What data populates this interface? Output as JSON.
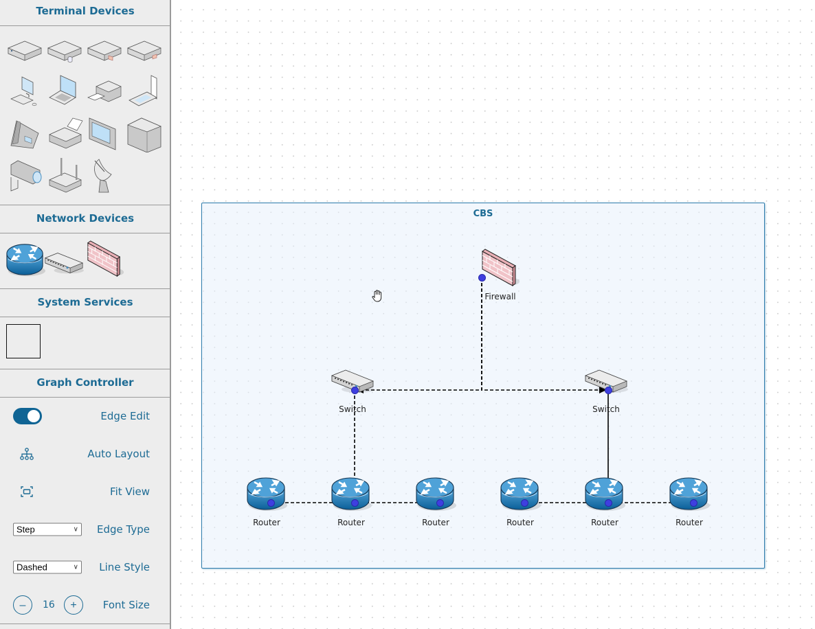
{
  "sidebar": {
    "sections": {
      "terminal": {
        "title": "Terminal Devices",
        "items": [
          "server-icon",
          "database-server-icon",
          "mail-server-icon",
          "web-server-icon",
          "desktop-pc-icon",
          "laptop-icon",
          "printer-icon",
          "scanner-icon",
          "ip-phone-icon",
          "fax-icon",
          "touch-panel-icon",
          "mainframe-icon",
          "camera-icon",
          "wireless-ap-icon",
          "satellite-dish-icon"
        ]
      },
      "network": {
        "title": "Network Devices",
        "items": [
          "router-icon",
          "switch-icon",
          "firewall-icon"
        ]
      },
      "services": {
        "title": "System Services",
        "items": [
          "group-box-icon"
        ]
      },
      "controller": {
        "title": "Graph Controller",
        "edge_edit": {
          "label": "Edge Edit",
          "enabled": true
        },
        "auto_layout": {
          "label": "Auto Layout",
          "icon": "hierarchy-icon"
        },
        "fit_view": {
          "label": "Fit View",
          "icon": "fit-view-icon"
        },
        "edge_type": {
          "label": "Edge Type",
          "value": "Step"
        },
        "line_style": {
          "label": "Line Style",
          "value": "Dashed"
        },
        "font_size": {
          "label": "Font Size",
          "value": "16",
          "minus": "–",
          "plus": "+"
        }
      }
    }
  },
  "canvas": {
    "group": {
      "title": "CBS"
    },
    "nodes": [
      {
        "id": "firewall",
        "type": "firewall",
        "label": "Firewall"
      },
      {
        "id": "switch1",
        "type": "switch",
        "label": "Switch"
      },
      {
        "id": "switch2",
        "type": "switch",
        "label": "Switch"
      },
      {
        "id": "router1",
        "type": "router",
        "label": "Router"
      },
      {
        "id": "router2",
        "type": "router",
        "label": "Router"
      },
      {
        "id": "router3",
        "type": "router",
        "label": "Router"
      },
      {
        "id": "router4",
        "type": "router",
        "label": "Router"
      },
      {
        "id": "router5",
        "type": "router",
        "label": "Router"
      },
      {
        "id": "router6",
        "type": "router",
        "label": "Router"
      }
    ],
    "edges": [
      {
        "from": "firewall",
        "to": "switch1",
        "style": "dashed"
      },
      {
        "from": "firewall",
        "to": "switch2",
        "style": "dashed"
      },
      {
        "from": "switch1",
        "to": "router2",
        "style": "dashed"
      },
      {
        "from": "switch2",
        "to": "router5",
        "style": "solid"
      },
      {
        "from": "router2",
        "to": "router1",
        "style": "dashed"
      },
      {
        "from": "router2",
        "to": "router3",
        "style": "dashed"
      },
      {
        "from": "router5",
        "to": "router4",
        "style": "dashed"
      },
      {
        "from": "router5",
        "to": "router6",
        "style": "dashed"
      }
    ]
  },
  "colors": {
    "accent": "#1d6b94",
    "toggle_on": "#0f6494",
    "port": "#3f3fe0",
    "group_border": "#2d7bab"
  }
}
